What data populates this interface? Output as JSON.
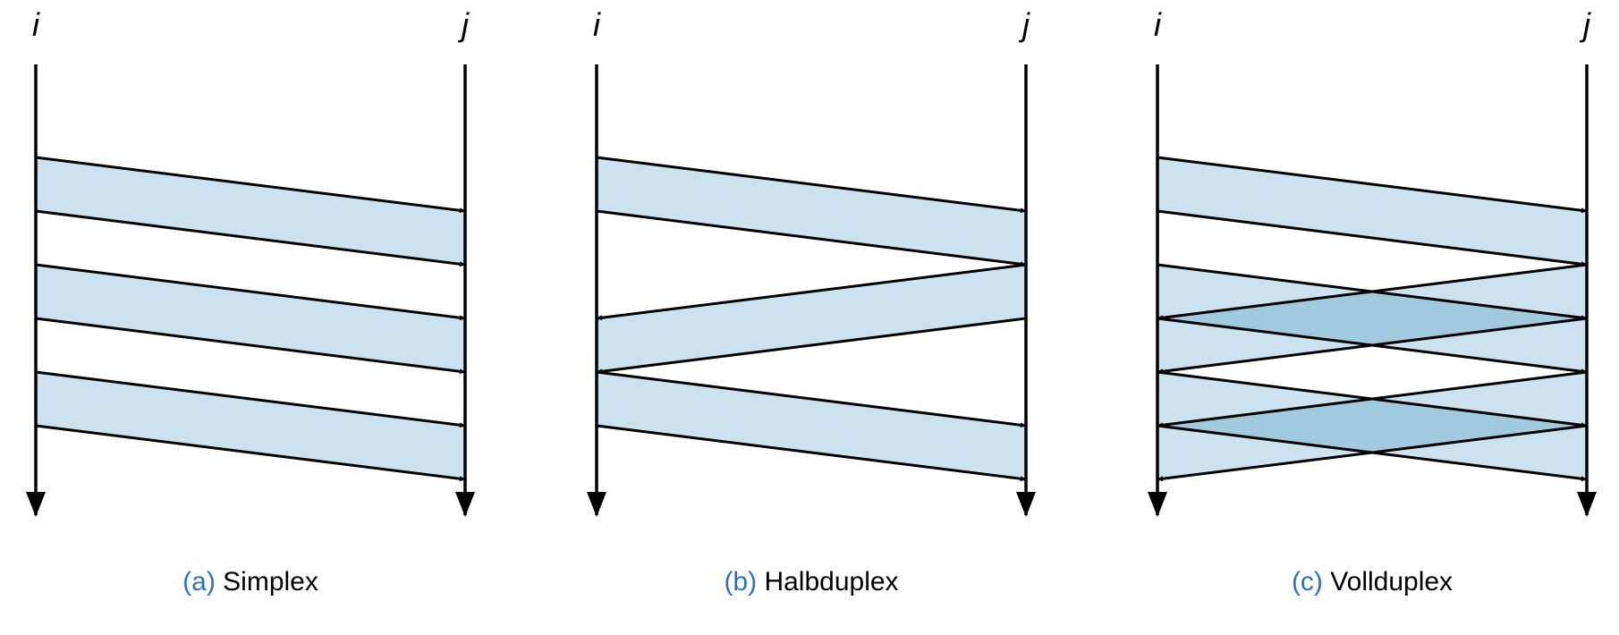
{
  "colors": {
    "band": "#cce2ee",
    "overlap": "#a2cadf",
    "line": "#000000",
    "caption_tag": "#2f6fbf"
  },
  "panels": [
    {
      "id": "a",
      "left_label": "i",
      "right_label": "j",
      "caption_tag": "(a)",
      "caption_text": "Simplex",
      "messages": [
        {
          "from": "i",
          "to": "j",
          "start": 1,
          "end": 2
        },
        {
          "from": "i",
          "to": "j",
          "start": 2,
          "end": 3
        },
        {
          "from": "i",
          "to": "j",
          "start": 3,
          "end": 4
        },
        {
          "from": "i",
          "to": "j",
          "start": 4,
          "end": 5
        },
        {
          "from": "i",
          "to": "j",
          "start": 5,
          "end": 6
        },
        {
          "from": "i",
          "to": "j",
          "start": 6,
          "end": 7
        }
      ]
    },
    {
      "id": "b",
      "left_label": "i",
      "right_label": "j",
      "caption_tag": "(b)",
      "caption_text": "Halbduplex",
      "messages": [
        {
          "from": "i",
          "to": "j",
          "start": 1,
          "end": 2
        },
        {
          "from": "i",
          "to": "j",
          "start": 2,
          "end": 3
        },
        {
          "from": "j",
          "to": "i",
          "start": 3,
          "end": 4
        },
        {
          "from": "j",
          "to": "i",
          "start": 4,
          "end": 5
        },
        {
          "from": "i",
          "to": "j",
          "start": 5,
          "end": 6
        },
        {
          "from": "i",
          "to": "j",
          "start": 6,
          "end": 7
        }
      ]
    },
    {
      "id": "c",
      "left_label": "i",
      "right_label": "j",
      "caption_tag": "(c)",
      "caption_text": "Vollduplex",
      "messages": [
        {
          "from": "i",
          "to": "j",
          "start": 1,
          "end": 2
        },
        {
          "from": "i",
          "to": "j",
          "start": 2,
          "end": 3
        },
        {
          "from": "i",
          "to": "j",
          "start": 3,
          "end": 4
        },
        {
          "from": "i",
          "to": "j",
          "start": 4,
          "end": 5
        },
        {
          "from": "i",
          "to": "j",
          "start": 5,
          "end": 6
        },
        {
          "from": "i",
          "to": "j",
          "start": 6,
          "end": 7
        },
        {
          "from": "j",
          "to": "i",
          "start": 3,
          "end": 4
        },
        {
          "from": "j",
          "to": "i",
          "start": 4,
          "end": 5
        },
        {
          "from": "j",
          "to": "i",
          "start": 5,
          "end": 6
        },
        {
          "from": "j",
          "to": "i",
          "start": 6,
          "end": 7
        }
      ]
    }
  ]
}
